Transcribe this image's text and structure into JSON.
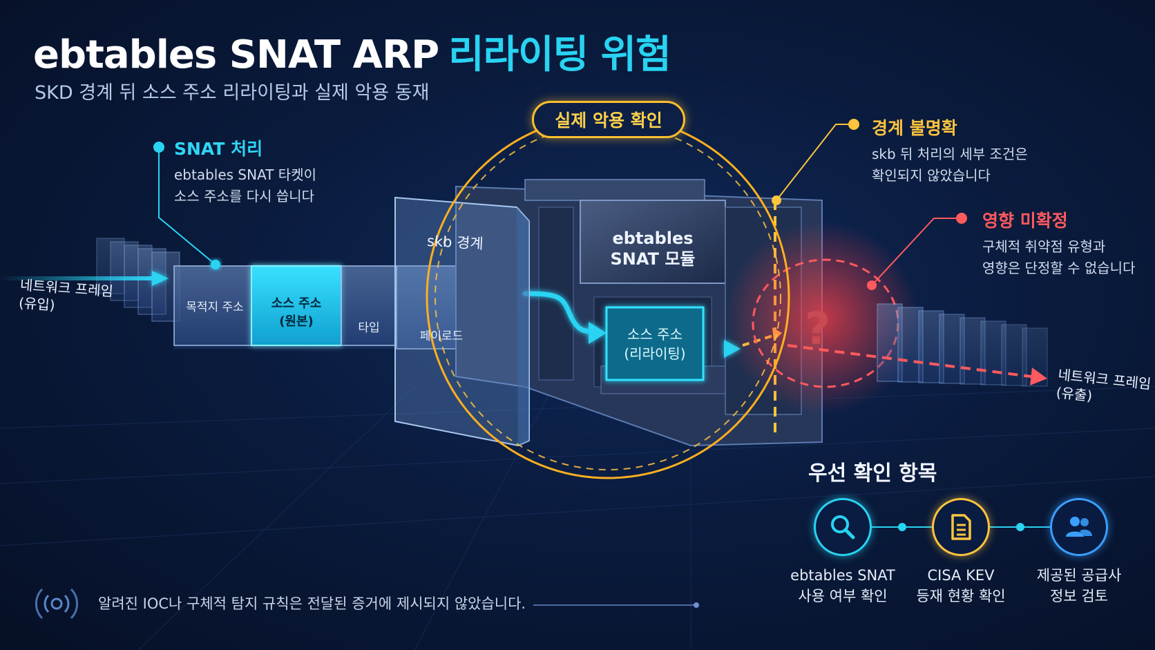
{
  "title": {
    "part1": "ebtables SNAT ARP",
    "part2": "리라이팅 위험"
  },
  "subtitle": "SKD 경계 뒤 소스 주소 리라이팅과 실제 악용 동재",
  "snat_callout": {
    "title": "SNAT 처리",
    "line1": "ebtables SNAT 타켓이",
    "line2": "소스 주소를 다시 씁니다"
  },
  "inflow": {
    "line1": "네트워크 프레임",
    "line2": "(유입)"
  },
  "outflow": {
    "line1": "네트워크 프레임",
    "line2": "(유출)"
  },
  "frame_fields": [
    {
      "line1": "목적지 주소",
      "line2": ""
    },
    {
      "line1": "소스 주소",
      "line2": "(원본)"
    },
    {
      "line1": "타입",
      "line2": ""
    },
    {
      "line1": "페이로드",
      "line2": ""
    }
  ],
  "skb_boundary": "skb 경계",
  "module": {
    "line1": "ebtables",
    "line2": "SNAT 모듈"
  },
  "rewritten": {
    "line1": "소스 주소",
    "line2": "(리라이팅)"
  },
  "exploit_badge": "실제 악용 확인",
  "boundary_callout": {
    "title": "경계 불명확",
    "line1": "skb 뒤 처리의 세부 조건은",
    "line2": "확인되지 않았습니다"
  },
  "impact_callout": {
    "title": "영향 미확정",
    "line1": "구체적 취약점 유형과",
    "line2": "영향은 단정할 수 없습니다"
  },
  "unknown_mark": "?",
  "priority": {
    "title": "우선 확인 항목",
    "items": [
      {
        "icon": "search-icon",
        "line1": "ebtables SNAT",
        "line2": "사용 여부 확인",
        "color": "#29d3f2"
      },
      {
        "icon": "document-icon",
        "line1": "CISA KEV",
        "line2": "등재 현황 확인",
        "color": "#ffc53d"
      },
      {
        "icon": "users-icon",
        "line1": "제공된 공급사",
        "line2": "정보 검토",
        "color": "#3aa0ff"
      }
    ]
  },
  "footer_note": "알려진 IOC나 구체적 탐지 규칙은 전달된 증거에 제시되지 않았습니다.",
  "colors": {
    "cyan": "#29d3f2",
    "yellow": "#ffc53d",
    "red": "#ff5a5e",
    "background": "#0a1b3d"
  }
}
